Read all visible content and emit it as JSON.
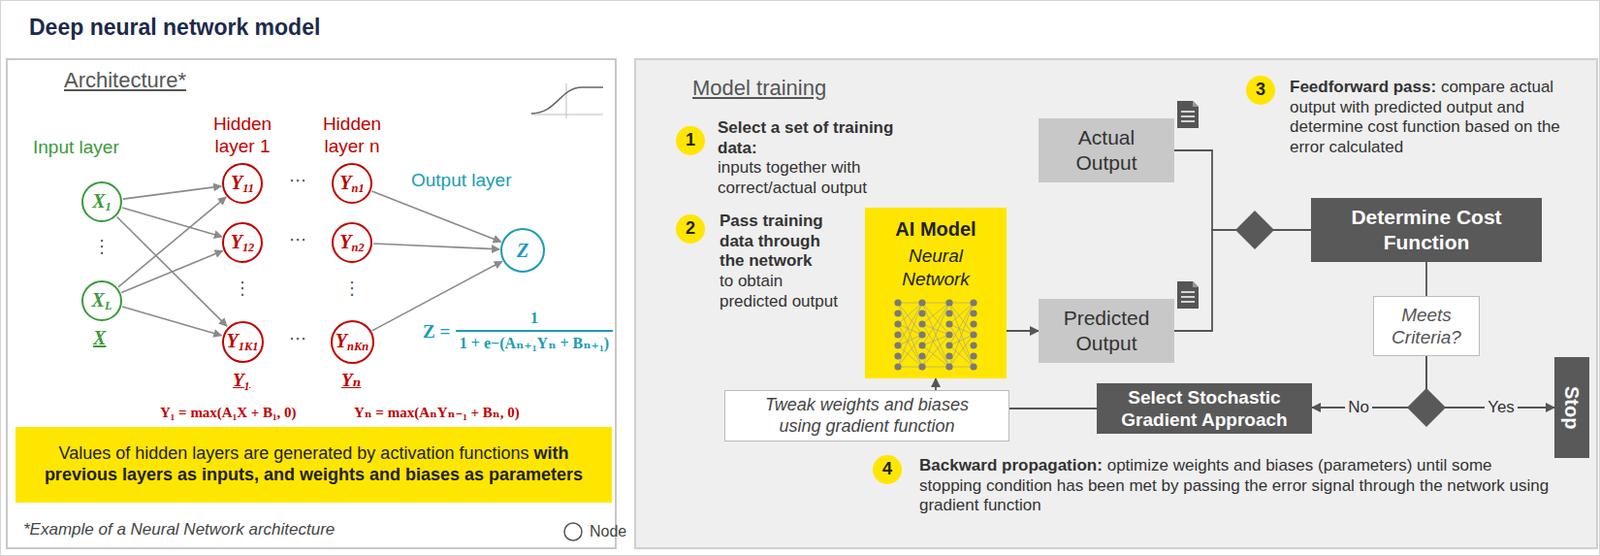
{
  "diagram": {
    "title": "Deep neural network model",
    "nodes": [
      {
        "text": [
          "Architecture*",
          "*Example of a Neural Network architecture"
        ]
      },
      {
        "text": [
          "X1"
        ],
        "in": 0
      },
      {
        "text": [
          "XL"
        ],
        "in": 0
      },
      {
        "text": [
          "Y11"
        ],
        "in": 0
      },
      {
        "text": [
          "Y12"
        ],
        "in": 0
      },
      {
        "text": [
          "Y1K1"
        ],
        "in": 0
      },
      {
        "text": [
          "Yn1"
        ],
        "in": 0
      },
      {
        "text": [
          "Yn2"
        ],
        "in": 0
      },
      {
        "text": [
          "YnKn"
        ],
        "in": 0
      },
      {
        "text": [
          "Z"
        ],
        "in": 0
      },
      {
        "text": [
          "Values of hidden layers are generated by activation functions",
          "with previous layers as inputs, and weights and biases as parameters"
        ],
        "in": 0
      },
      {
        "text": [
          "Model training"
        ]
      },
      {
        "text": [
          "Actual Output"
        ],
        "in": 11
      },
      {
        "text": [
          "AI Model",
          "Neural Network"
        ],
        "in": 11
      },
      {
        "text": [
          "Predicted Output"
        ],
        "in": 11
      },
      {
        "text": [
          "Determine Cost Function"
        ],
        "in": 11
      },
      {
        "text": [
          "Meets Criteria?"
        ],
        "in": 11
      },
      {
        "text": [
          "Tweak weights and biases using gradient function"
        ],
        "in": 11
      },
      {
        "text": [
          "Select Stochastic Gradient Approach"
        ],
        "in": 11
      },
      {
        "text": [
          "Stop"
        ],
        "in": 11
      }
    ],
    "edges": [
      {
        "from": 1,
        "to": 3,
        "arrow": "to"
      },
      {
        "from": 1,
        "to": 4,
        "arrow": "to"
      },
      {
        "from": 1,
        "to": 5,
        "arrow": "to"
      },
      {
        "from": 2,
        "to": 3,
        "arrow": "to"
      },
      {
        "from": 2,
        "to": 4,
        "arrow": "to"
      },
      {
        "from": 2,
        "to": 5,
        "arrow": "to"
      },
      {
        "from": 6,
        "to": 9,
        "arrow": "to"
      },
      {
        "from": 7,
        "to": 9,
        "arrow": "to"
      },
      {
        "from": 8,
        "to": 9,
        "arrow": "to"
      },
      {
        "from": 12,
        "to": 15,
        "arrow": "none"
      },
      {
        "from": 14,
        "to": 15,
        "arrow": "none"
      },
      {
        "from": 13,
        "to": 14,
        "arrow": "to"
      },
      {
        "from": 15,
        "to": 16,
        "arrow": "none"
      },
      {
        "from": 16,
        "to": 19,
        "label": "Yes",
        "arrow": "to"
      },
      {
        "from": 16,
        "to": 18,
        "label": "No",
        "arrow": "to"
      },
      {
        "from": 18,
        "to": 17,
        "arrow": "none"
      },
      {
        "from": 17,
        "to": 13,
        "arrow": "to"
      }
    ],
    "labels": [
      "Input layer",
      "Hidden layer 1",
      "Hidden layer n",
      "Output layer",
      "⋯",
      "⋯",
      "⋯",
      "⋮",
      "⋮",
      "⋮",
      "X",
      "Y₁",
      "Yₙ",
      "Z =",
      "1",
      "1 + e−(Aₙ₊₁Yₙ + Bₙ₊₁)",
      "Y₁ = max(A₁X + B₁, 0)",
      "Yₙ = max(AₙYₙ₋₁ + Bₙ, 0)",
      "1",
      "Select a set of training data:",
      "inputs together with correct/actual output",
      "2",
      "Pass training data through the network",
      "to obtain predicted output",
      "3",
      "Feedforward pass:",
      "compare actual output with predicted output and determine cost function based on the error calculated",
      "4",
      "Backward propagation:",
      "optimize weights and biases (parameters) until some stopping condition has been met by passing the error signal through the network using gradient function"
    ],
    "legend": [
      {
        "text": "Node"
      }
    ]
  }
}
